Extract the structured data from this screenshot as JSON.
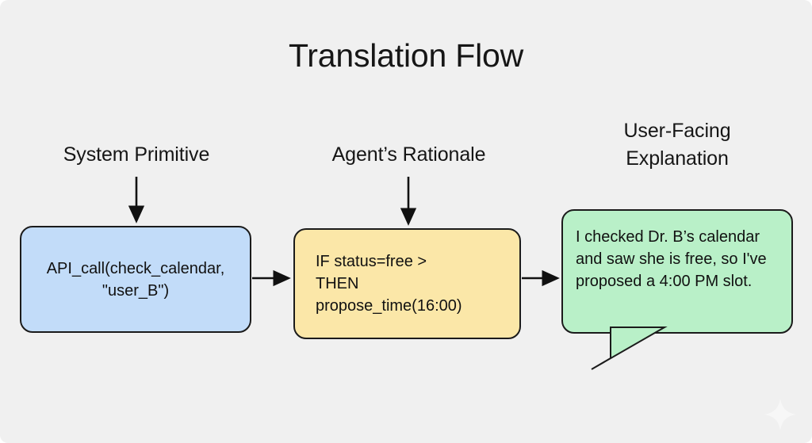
{
  "diagram": {
    "title": "Translation Flow",
    "background_color": "#f0f0f0",
    "captions": [
      {
        "text": "System Primitive"
      },
      {
        "text": "Agent’s Rationale"
      },
      {
        "text": "User-Facing\nExplanation"
      }
    ],
    "nodes": [
      {
        "id": "system-primitive",
        "label": "API_call(check_calendar,\n\"user_B\")",
        "shape": "rounded-rectangle",
        "fill": "#c2dcf9",
        "stroke": "#1b1b1b",
        "align": "center"
      },
      {
        "id": "agents-rationale",
        "label": "IF status=free >\nTHEN\npropose_time(16:00)",
        "shape": "rounded-rectangle",
        "fill": "#fbe7a8",
        "stroke": "#1b1b1b",
        "align": "left"
      },
      {
        "id": "user-facing-explanation",
        "label": "I checked Dr. B’s calendar and saw she is free, so I've proposed a 4:00 PM slot.",
        "shape": "speech-bubble",
        "fill": "#b9f0c8",
        "stroke": "#1b1b1b",
        "align": "left"
      }
    ],
    "connectors": [
      {
        "id": "caption-to-primitive",
        "direction": "down",
        "from": "System Primitive",
        "to": "system-primitive"
      },
      {
        "id": "caption-to-rationale",
        "direction": "down",
        "from": "Agent’s Rationale",
        "to": "agents-rationale"
      },
      {
        "id": "primitive-to-rationale",
        "direction": "right",
        "from": "system-primitive",
        "to": "agents-rationale"
      },
      {
        "id": "rationale-to-explanation",
        "direction": "right",
        "from": "agents-rationale",
        "to": "user-facing-explanation"
      }
    ],
    "watermark": {
      "icon": "sparkle-icon",
      "color": "#ffffff"
    }
  }
}
